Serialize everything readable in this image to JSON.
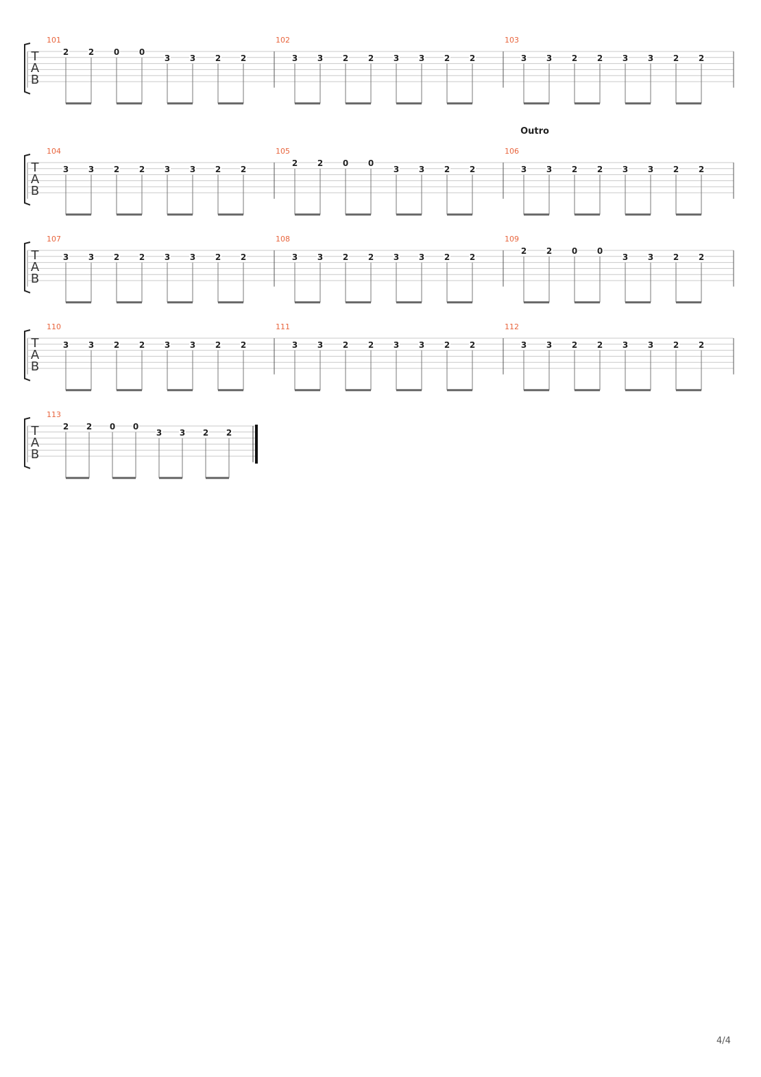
{
  "section_marker": "Outro",
  "page_number": "4/4",
  "tab_clef": [
    "T",
    "A",
    "B"
  ],
  "systems": [
    {
      "measures": [
        {
          "number": "101",
          "notes": [
            {
              "fret": "2",
              "string": 1
            },
            {
              "fret": "2",
              "string": 1
            },
            {
              "fret": "0",
              "string": 1
            },
            {
              "fret": "0",
              "string": 1
            },
            {
              "fret": "3",
              "string": 2
            },
            {
              "fret": "3",
              "string": 2
            },
            {
              "fret": "2",
              "string": 2
            },
            {
              "fret": "2",
              "string": 2
            }
          ]
        },
        {
          "number": "102",
          "notes": [
            {
              "fret": "3",
              "string": 2
            },
            {
              "fret": "3",
              "string": 2
            },
            {
              "fret": "2",
              "string": 2
            },
            {
              "fret": "2",
              "string": 2
            },
            {
              "fret": "3",
              "string": 2
            },
            {
              "fret": "3",
              "string": 2
            },
            {
              "fret": "2",
              "string": 2
            },
            {
              "fret": "2",
              "string": 2
            }
          ]
        },
        {
          "number": "103",
          "notes": [
            {
              "fret": "3",
              "string": 2
            },
            {
              "fret": "3",
              "string": 2
            },
            {
              "fret": "2",
              "string": 2
            },
            {
              "fret": "2",
              "string": 2
            },
            {
              "fret": "3",
              "string": 2
            },
            {
              "fret": "3",
              "string": 2
            },
            {
              "fret": "2",
              "string": 2
            },
            {
              "fret": "2",
              "string": 2
            }
          ]
        }
      ]
    },
    {
      "measures": [
        {
          "number": "104",
          "notes": [
            {
              "fret": "3",
              "string": 2
            },
            {
              "fret": "3",
              "string": 2
            },
            {
              "fret": "2",
              "string": 2
            },
            {
              "fret": "2",
              "string": 2
            },
            {
              "fret": "3",
              "string": 2
            },
            {
              "fret": "3",
              "string": 2
            },
            {
              "fret": "2",
              "string": 2
            },
            {
              "fret": "2",
              "string": 2
            }
          ]
        },
        {
          "number": "105",
          "notes": [
            {
              "fret": "2",
              "string": 1
            },
            {
              "fret": "2",
              "string": 1
            },
            {
              "fret": "0",
              "string": 1
            },
            {
              "fret": "0",
              "string": 1
            },
            {
              "fret": "3",
              "string": 2
            },
            {
              "fret": "3",
              "string": 2
            },
            {
              "fret": "2",
              "string": 2
            },
            {
              "fret": "2",
              "string": 2
            }
          ]
        },
        {
          "number": "106",
          "notes": [
            {
              "fret": "3",
              "string": 2
            },
            {
              "fret": "3",
              "string": 2
            },
            {
              "fret": "2",
              "string": 2
            },
            {
              "fret": "2",
              "string": 2
            },
            {
              "fret": "3",
              "string": 2
            },
            {
              "fret": "3",
              "string": 2
            },
            {
              "fret": "2",
              "string": 2
            },
            {
              "fret": "2",
              "string": 2
            }
          ]
        }
      ]
    },
    {
      "measures": [
        {
          "number": "107",
          "notes": [
            {
              "fret": "3",
              "string": 2
            },
            {
              "fret": "3",
              "string": 2
            },
            {
              "fret": "2",
              "string": 2
            },
            {
              "fret": "2",
              "string": 2
            },
            {
              "fret": "3",
              "string": 2
            },
            {
              "fret": "3",
              "string": 2
            },
            {
              "fret": "2",
              "string": 2
            },
            {
              "fret": "2",
              "string": 2
            }
          ]
        },
        {
          "number": "108",
          "notes": [
            {
              "fret": "3",
              "string": 2
            },
            {
              "fret": "3",
              "string": 2
            },
            {
              "fret": "2",
              "string": 2
            },
            {
              "fret": "2",
              "string": 2
            },
            {
              "fret": "3",
              "string": 2
            },
            {
              "fret": "3",
              "string": 2
            },
            {
              "fret": "2",
              "string": 2
            },
            {
              "fret": "2",
              "string": 2
            }
          ]
        },
        {
          "number": "109",
          "notes": [
            {
              "fret": "2",
              "string": 1
            },
            {
              "fret": "2",
              "string": 1
            },
            {
              "fret": "0",
              "string": 1
            },
            {
              "fret": "0",
              "string": 1
            },
            {
              "fret": "3",
              "string": 2
            },
            {
              "fret": "3",
              "string": 2
            },
            {
              "fret": "2",
              "string": 2
            },
            {
              "fret": "2",
              "string": 2
            }
          ]
        }
      ]
    },
    {
      "measures": [
        {
          "number": "110",
          "notes": [
            {
              "fret": "3",
              "string": 2
            },
            {
              "fret": "3",
              "string": 2
            },
            {
              "fret": "2",
              "string": 2
            },
            {
              "fret": "2",
              "string": 2
            },
            {
              "fret": "3",
              "string": 2
            },
            {
              "fret": "3",
              "string": 2
            },
            {
              "fret": "2",
              "string": 2
            },
            {
              "fret": "2",
              "string": 2
            }
          ]
        },
        {
          "number": "111",
          "notes": [
            {
              "fret": "3",
              "string": 2
            },
            {
              "fret": "3",
              "string": 2
            },
            {
              "fret": "2",
              "string": 2
            },
            {
              "fret": "2",
              "string": 2
            },
            {
              "fret": "3",
              "string": 2
            },
            {
              "fret": "3",
              "string": 2
            },
            {
              "fret": "2",
              "string": 2
            },
            {
              "fret": "2",
              "string": 2
            }
          ]
        },
        {
          "number": "112",
          "notes": [
            {
              "fret": "3",
              "string": 2
            },
            {
              "fret": "3",
              "string": 2
            },
            {
              "fret": "2",
              "string": 2
            },
            {
              "fret": "2",
              "string": 2
            },
            {
              "fret": "3",
              "string": 2
            },
            {
              "fret": "3",
              "string": 2
            },
            {
              "fret": "2",
              "string": 2
            },
            {
              "fret": "2",
              "string": 2
            }
          ]
        }
      ]
    },
    {
      "measures": [
        {
          "number": "113",
          "notes": [
            {
              "fret": "2",
              "string": 1
            },
            {
              "fret": "2",
              "string": 1
            },
            {
              "fret": "0",
              "string": 1
            },
            {
              "fret": "0",
              "string": 1
            },
            {
              "fret": "3",
              "string": 2
            },
            {
              "fret": "3",
              "string": 2
            },
            {
              "fret": "2",
              "string": 2
            },
            {
              "fret": "2",
              "string": 2
            }
          ]
        }
      ]
    }
  ],
  "colors": {
    "measure_number": "#e8643c",
    "staff_line": "#c8c8c8",
    "fret_text": "#222222",
    "beam": "#666666",
    "bracket": "#222222"
  }
}
